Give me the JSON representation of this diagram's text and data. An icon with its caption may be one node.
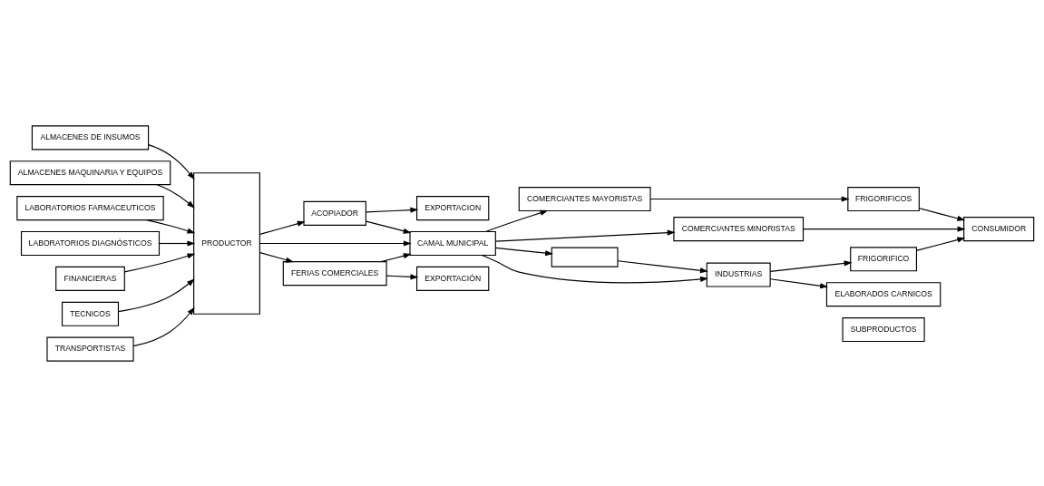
{
  "diagram": {
    "nodes": [
      {
        "text": [
          "ALMACENES DE INSUMOS"
        ]
      },
      {
        "text": [
          "ALMACENES MAQUINARIA Y EQUIPOS"
        ]
      },
      {
        "text": [
          "LABORATORIOS FARMACEUTICOS"
        ]
      },
      {
        "text": [
          "LABORATORIOS DIAGNÓSTICOS"
        ]
      },
      {
        "text": [
          "FINANCIERAS"
        ]
      },
      {
        "text": [
          "TECNICOS"
        ]
      },
      {
        "text": [
          "TRANSPORTISTAS"
        ]
      },
      {
        "text": [
          "PRODUCTOR"
        ]
      },
      {
        "text": [
          "ACOPIADOR"
        ]
      },
      {
        "text": [
          "EXPORTACION"
        ]
      },
      {
        "text": [
          "COMERCIANTES MAYORISTAS"
        ]
      },
      {
        "text": [
          "FRIGORIFICOS"
        ]
      },
      {
        "text": [
          "CAMAL MUNICIPAL"
        ]
      },
      {
        "text": [
          "COMERCIANTES MINORISTAS"
        ]
      },
      {
        "text": [
          "CONSUMIDOR"
        ]
      },
      {
        "text": [],
        "shape": "box"
      },
      {
        "text": [
          "INDUSTRIAS"
        ]
      },
      {
        "text": [
          "FRIGORIFICO"
        ]
      },
      {
        "text": [
          "FERIAS COMERCIALES"
        ]
      },
      {
        "text": [
          "EXPORTACIÓN"
        ]
      },
      {
        "text": [
          "ELABORADOS CARNICOS"
        ]
      },
      {
        "text": [
          "SUBPRODUCTOS"
        ]
      }
    ],
    "edges": [
      {
        "from": 0,
        "to": 7,
        "arrow": "to"
      },
      {
        "from": 1,
        "to": 7,
        "arrow": "to"
      },
      {
        "from": 2,
        "to": 7,
        "arrow": "to"
      },
      {
        "from": 3,
        "to": 7,
        "arrow": "to"
      },
      {
        "from": 4,
        "to": 7,
        "arrow": "to"
      },
      {
        "from": 5,
        "to": 7,
        "arrow": "to"
      },
      {
        "from": 6,
        "to": 7,
        "arrow": "to"
      },
      {
        "from": 7,
        "to": 8,
        "arrow": "to"
      },
      {
        "from": 7,
        "to": 12,
        "arrow": "to"
      },
      {
        "from": 7,
        "to": 18,
        "arrow": "to"
      },
      {
        "from": 8,
        "to": 9,
        "arrow": "to"
      },
      {
        "from": 8,
        "to": 12,
        "arrow": "to"
      },
      {
        "from": 10,
        "to": 11,
        "arrow": "to"
      },
      {
        "from": 12,
        "to": 10,
        "arrow": "to"
      },
      {
        "from": 11,
        "to": 14,
        "arrow": "to"
      },
      {
        "from": 12,
        "to": 13,
        "arrow": "to"
      },
      {
        "from": 13,
        "to": 14,
        "arrow": "to"
      },
      {
        "from": 12,
        "to": 15,
        "arrow": "to"
      },
      {
        "from": 12,
        "to": 16,
        "arrow": "to"
      },
      {
        "from": 15,
        "to": 16,
        "arrow": "to"
      },
      {
        "from": 16,
        "to": 17,
        "arrow": "to"
      },
      {
        "from": 17,
        "to": 14,
        "arrow": "to"
      },
      {
        "from": 16,
        "to": 20,
        "arrow": "to"
      },
      {
        "from": 18,
        "to": 12,
        "arrow": "to"
      },
      {
        "from": 18,
        "to": 19,
        "arrow": "to"
      }
    ]
  }
}
